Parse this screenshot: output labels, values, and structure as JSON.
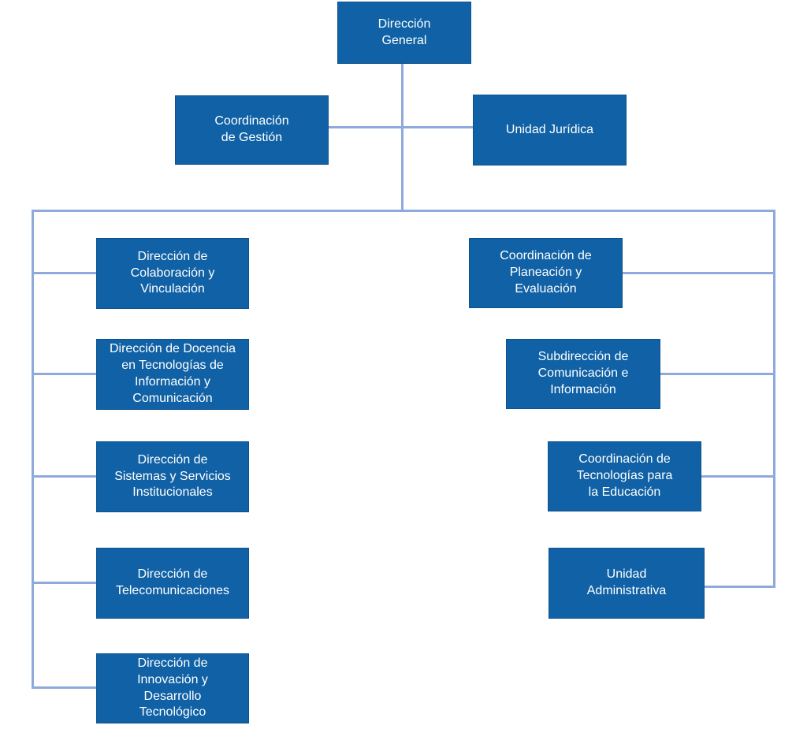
{
  "colors": {
    "node_fill": "#1061A5",
    "node_text": "#FFFFFF",
    "connector": "#8EAADC",
    "background": "#FFFFFF"
  },
  "org_chart": {
    "root": {
      "label": "Dirección\nGeneral"
    },
    "staff": [
      {
        "label": "Coordinación\nde Gestión"
      },
      {
        "label": "Unidad Jurídica"
      }
    ],
    "left_branch": [
      {
        "label": "Dirección de\nColaboración y\nVinculación"
      },
      {
        "label": "Dirección de Docencia\nen Tecnologías de\nInformación y\nComunicación"
      },
      {
        "label": "Dirección de\nSistemas y Servicios\nInstitucionales"
      },
      {
        "label": "Dirección de\nTelecomunicaciones"
      },
      {
        "label": "Dirección de\nInnovación y\nDesarrollo\nTecnológico"
      }
    ],
    "right_branch": [
      {
        "label": "Coordinación de\nPlaneación y\nEvaluación"
      },
      {
        "label": "Subdirección de\nComunicación e\nInformación"
      },
      {
        "label": "Coordinación de\nTecnologías para\nla Educación"
      },
      {
        "label": "Unidad\nAdministrativa"
      }
    ]
  }
}
